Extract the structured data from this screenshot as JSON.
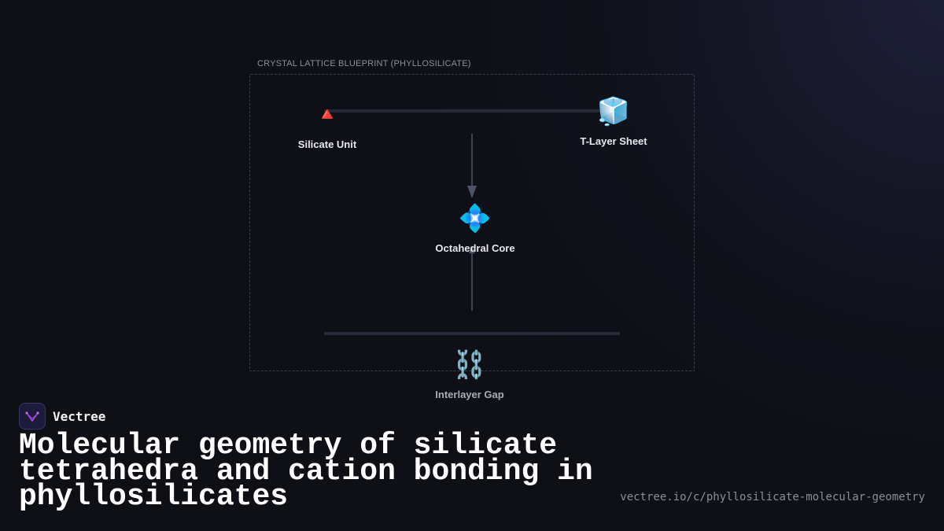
{
  "diagram": {
    "frame_label": "CRYSTAL LATTICE BLUEPRINT (PHYLLOSILICATE)",
    "nodes": {
      "silicate_unit": {
        "icon": "🔺",
        "label": "Silicate Unit"
      },
      "t_layer_sheet": {
        "icon": "🧊",
        "label": "T-Layer Sheet"
      },
      "octahedral_core": {
        "icon": "💠",
        "label": "Octahedral Core"
      },
      "interlayer_gap": {
        "icon": "⛓️",
        "label": "Interlayer Gap"
      }
    }
  },
  "brand": {
    "name": "Vectree",
    "icon": "vectree-logo-icon",
    "accent": "#a64ad6"
  },
  "title": "Molecular geometry of silicate tetrahedra and cation bonding in phyllosilicates",
  "url": "vectree.io/c/phyllosilicate-molecular-geometry"
}
